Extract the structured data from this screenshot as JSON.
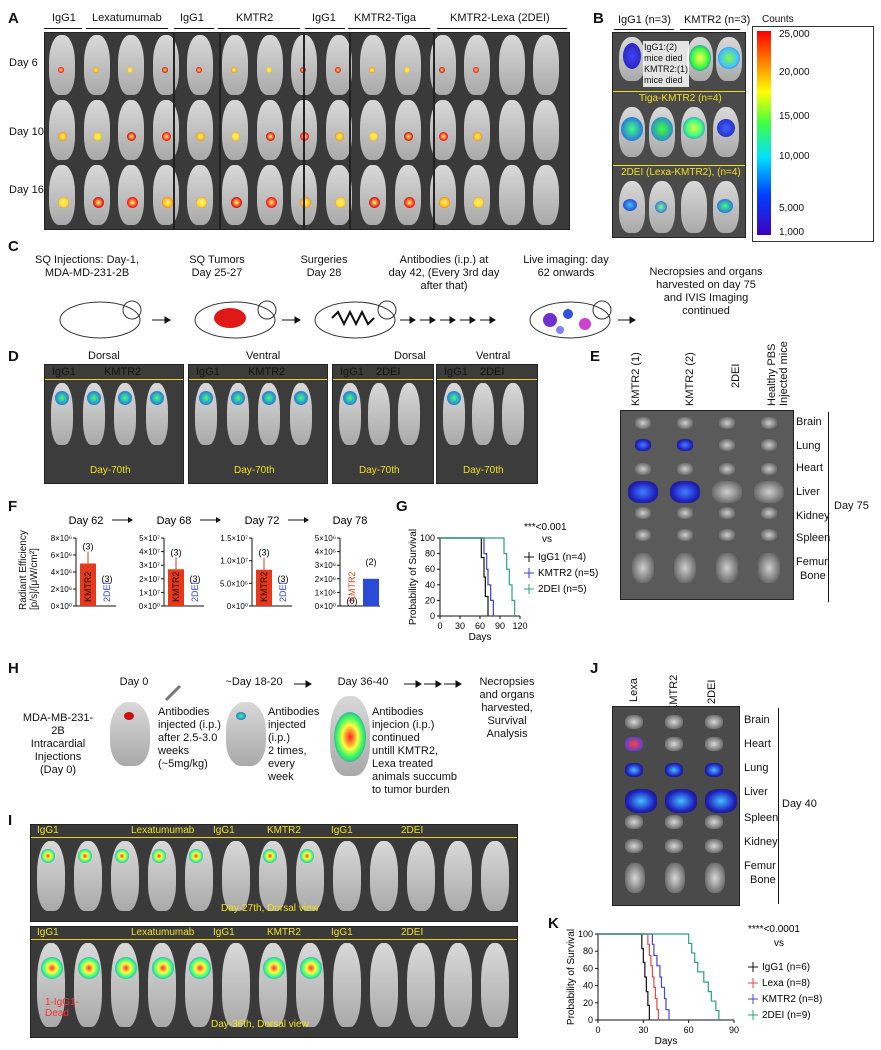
{
  "panels": {
    "A": "A",
    "B": "B",
    "C": "C",
    "D": "D",
    "E": "E",
    "F": "F",
    "G": "G",
    "H": "H",
    "I": "I",
    "J": "J",
    "K": "K"
  },
  "panelA": {
    "groups": [
      "IgG1",
      "Lexatumumab",
      "IgG1",
      "KMTR2",
      "IgG1",
      "KMTR2-Tiga",
      "KMTR2-Lexa (2DEI)"
    ],
    "rows": [
      "Day 6",
      "Day 10",
      "Day 16"
    ]
  },
  "panelB": {
    "top_left": "IgG1 (n=3)",
    "top_right": "KMTR2 (n=3)",
    "note": [
      "IgG1:(2)",
      "mice died",
      "KMTR2:(1)",
      "mice died"
    ],
    "mid": "Tiga-KMTR2 (n=4)",
    "bot": "2DEI (Lexa-KMTR2), (n=4)",
    "scale_title": "Counts",
    "scale_ticks": [
      "25,000",
      "20,000",
      "15,000",
      "10,000",
      "5,000",
      "1,000"
    ]
  },
  "panelC": {
    "steps": [
      [
        "SQ Injections: Day-1,",
        "MDA-MD-231-2B"
      ],
      [
        "SQ Tumors",
        "Day 25-27"
      ],
      [
        "Surgeries",
        "Day 28"
      ],
      [
        "Antibodies (i.p.) at",
        "day 42, (Every 3rd day",
        "after that)"
      ],
      [
        "Live imaging: day",
        "62 onwards"
      ],
      [
        "Necropsies and organs",
        "harvested on day 75",
        "and IVIS Imaging",
        "continued"
      ]
    ]
  },
  "panelD": {
    "views": [
      "Dorsal",
      "Ventral",
      "Dorsal",
      "Ventral"
    ],
    "labels": [
      [
        "IgG1",
        "KMTR2"
      ],
      [
        "IgG1",
        "KMTR2"
      ],
      [
        "IgG1",
        "2DEI"
      ],
      [
        "IgG1",
        "2DEI"
      ]
    ],
    "day": "Day-70th"
  },
  "panelE": {
    "cols": [
      "KMTR2 (1)",
      "KMTR2 (2)",
      "2DEI",
      "Healthy PBS",
      "Injected mice"
    ],
    "organs": [
      "Brain",
      "Lung",
      "Heart",
      "Liver",
      "Kidney",
      "Spleen",
      "Femur",
      "Bone"
    ],
    "day": "Day 75"
  },
  "panelF": {
    "ylabel": [
      "Radiant Efficiency",
      "[p/s]/[μW/cm²]"
    ],
    "days": [
      "Day 62",
      "Day 68",
      "Day 72",
      "Day 78"
    ],
    "chart_data": [
      {
        "type": "bar",
        "title": "Day 62",
        "categories": [
          "KMTR2",
          "2DEI"
        ],
        "values": [
          5000000,
          0
        ],
        "n": [
          "(3)",
          "(3)"
        ],
        "ticks": [
          "0×10⁰",
          "2×10⁶",
          "4×10⁶",
          "6×10⁶",
          "8×10⁶"
        ],
        "ylim": [
          0,
          8000000
        ]
      },
      {
        "type": "bar",
        "title": "Day 68",
        "categories": [
          "KMTR2",
          "2DEI"
        ],
        "values": [
          27000000,
          0
        ],
        "n": [
          "(3)",
          "(3)"
        ],
        "ticks": [
          "0×10⁰",
          "1×10⁷",
          "2×10⁷",
          "3×10⁷",
          "4×10⁷",
          "5×10⁷"
        ],
        "ylim": [
          0,
          50000000
        ]
      },
      {
        "type": "bar",
        "title": "Day 72",
        "categories": [
          "KMTR2",
          "2DEI"
        ],
        "values": [
          8000000,
          0
        ],
        "n": [
          "(3)",
          "(3)"
        ],
        "ticks": [
          "0×10⁰",
          "5.0×10⁶",
          "1.0×10⁷",
          "1.5×10⁷"
        ],
        "ylim": [
          0,
          15000000
        ]
      },
      {
        "type": "bar",
        "title": "Day 78",
        "categories": [
          "KMTR2",
          "2DEI"
        ],
        "values": [
          0,
          2000000
        ],
        "n": [
          "(0)",
          "(2)"
        ],
        "ticks": [
          "0×10⁰",
          "1×10⁶",
          "2×10⁶",
          "3×10⁶",
          "4×10⁶",
          "5×10⁶"
        ],
        "ylim": [
          0,
          5000000
        ]
      }
    ]
  },
  "panelG": {
    "ylabel": "Probability of Survival",
    "xlabel": "Days",
    "sig": "***<0.001",
    "vs": "vs",
    "legend": [
      "IgG1 (n=4)",
      "KMTR2 (n=5)",
      "2DEI (n=5)"
    ],
    "xticks": [
      "0",
      "30",
      "60",
      "90",
      "120"
    ],
    "yticks": [
      "0",
      "20",
      "40",
      "60",
      "80",
      "100"
    ],
    "chart_data": {
      "type": "line",
      "xlim": [
        0,
        120
      ],
      "ylim": [
        0,
        100
      ],
      "series": [
        {
          "name": "IgG1 (n=4)",
          "color": "#111111",
          "x": [
            0,
            62,
            62,
            66,
            66,
            68,
            68,
            72,
            72
          ],
          "y": [
            100,
            100,
            75,
            75,
            50,
            50,
            25,
            25,
            0
          ]
        },
        {
          "name": "KMTR2 (n=5)",
          "color": "#3a3adf",
          "x": [
            0,
            66,
            66,
            70,
            70,
            72,
            72,
            76,
            76,
            80,
            80
          ],
          "y": [
            100,
            100,
            80,
            80,
            60,
            60,
            40,
            40,
            20,
            20,
            0
          ]
        },
        {
          "name": "2DEI (n=5)",
          "color": "#2aa57a",
          "x": [
            0,
            96,
            96,
            100,
            100,
            104,
            104,
            108,
            108,
            112,
            112
          ],
          "y": [
            100,
            100,
            80,
            80,
            60,
            60,
            40,
            40,
            20,
            20,
            0
          ]
        }
      ]
    }
  },
  "panelH": {
    "day0": "Day 0",
    "day18": "~Day 18-20",
    "day36": "Day 36-40",
    "left": [
      "MDA-MB-231-2B",
      "Intracardial",
      "Injections",
      "(Day 0)"
    ],
    "t1": [
      "Antibodies",
      "injected (i.p.)",
      "after 2.5-3.0",
      "weeks",
      "(~5mg/kg)"
    ],
    "t2": [
      "Antibodies",
      "injected (i.p.)",
      "2 times,",
      "every",
      "week"
    ],
    "t3": [
      "Antibodies",
      "injecion (i.p.)",
      "continued",
      "untill KMTR2,",
      "Lexa treated",
      "animals succumb",
      "to tumor burden"
    ],
    "end": [
      "Necropsies",
      "and organs",
      "harvested,",
      "Survival",
      "Analysis"
    ]
  },
  "panelI": {
    "top": [
      "IgG1",
      "Lexatumumab",
      "IgG1",
      "KMTR2",
      "IgG1",
      "2DEI"
    ],
    "bottom": [
      "IgG1",
      "Lexatumumab",
      "IgG1",
      "KMTR2",
      "IgG1",
      "2DEI"
    ],
    "top_day": "Day-27th, Dorsal view",
    "bottom_day": "Day-36th, Dorsal view",
    "dead": [
      "1-IgG1-",
      "Dead"
    ]
  },
  "panelJ": {
    "cols": [
      "Lexa",
      "KMTR2",
      "2DEI"
    ],
    "organs": [
      "Brain",
      "Heart",
      "Lung",
      "Liver",
      "Spleen",
      "Kidney",
      "Femur",
      "Bone"
    ],
    "day": "Day 40"
  },
  "panelK": {
    "ylabel": "Probability of Survival",
    "xlabel": "Days",
    "sig": "****<0.0001",
    "vs": "vs",
    "legend": [
      "IgG1 (n=6)",
      "Lexa (n=8)",
      "KMTR2 (n=8)",
      "2DEI (n=9)"
    ],
    "xticks": [
      "0",
      "30",
      "60",
      "90"
    ],
    "yticks": [
      "0",
      "20",
      "40",
      "60",
      "80",
      "100"
    ],
    "chart_data": {
      "type": "line",
      "xlim": [
        0,
        90
      ],
      "ylim": [
        0,
        100
      ],
      "series": [
        {
          "name": "IgG1 (n=6)",
          "color": "#111111",
          "x": [
            0,
            29,
            29,
            30,
            30,
            31,
            31,
            32,
            32,
            33,
            33,
            34,
            34
          ],
          "y": [
            100,
            100,
            83,
            83,
            67,
            67,
            50,
            50,
            33,
            33,
            17,
            17,
            0
          ]
        },
        {
          "name": "Lexa (n=8)",
          "color": "#e84545",
          "x": [
            0,
            33,
            33,
            34,
            34,
            35,
            35,
            36,
            36,
            37,
            37,
            38,
            38,
            39,
            39,
            40,
            40
          ],
          "y": [
            100,
            100,
            88,
            88,
            75,
            75,
            63,
            63,
            50,
            50,
            38,
            38,
            25,
            25,
            12,
            12,
            0
          ]
        },
        {
          "name": "KMTR2 (n=8)",
          "color": "#4545e0",
          "x": [
            0,
            36,
            36,
            37,
            37,
            39,
            39,
            41,
            41,
            42,
            42,
            44,
            44,
            45,
            45,
            47,
            47
          ],
          "y": [
            100,
            100,
            88,
            88,
            75,
            75,
            63,
            63,
            50,
            50,
            38,
            38,
            25,
            25,
            12,
            12,
            0
          ]
        },
        {
          "name": "2DEI (n=9)",
          "color": "#2aa57a",
          "x": [
            0,
            60,
            60,
            62,
            62,
            64,
            64,
            66,
            66,
            70,
            70,
            73,
            73,
            75,
            75,
            78,
            78,
            80,
            80
          ],
          "y": [
            100,
            100,
            89,
            89,
            78,
            78,
            67,
            67,
            56,
            56,
            44,
            44,
            33,
            33,
            22,
            22,
            11,
            11,
            0
          ]
        }
      ]
    }
  }
}
